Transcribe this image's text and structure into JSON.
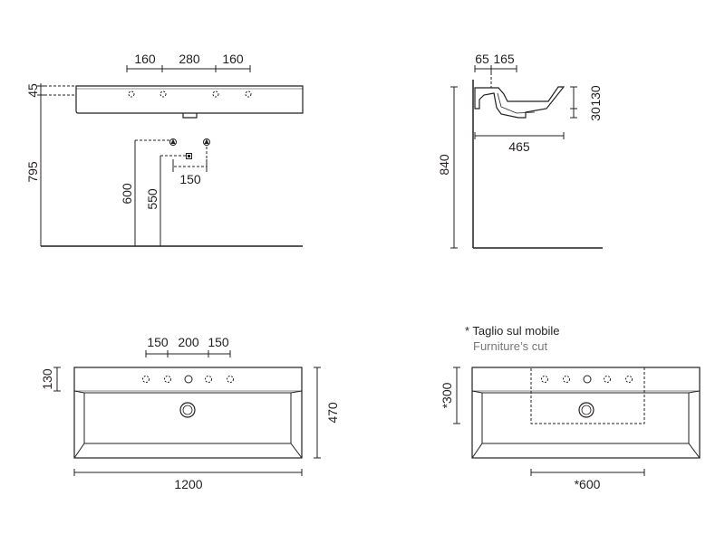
{
  "colors": {
    "line": "#231f20",
    "dash": "#555555",
    "note_secondary": "#777777"
  },
  "front_view": {
    "top_dims": [
      "160",
      "280",
      "160"
    ],
    "height_label": "45",
    "height_795": "795",
    "height_600": "600",
    "height_550": "550",
    "spacing_label": "150",
    "wall_icon": "wall-outlet-icon",
    "drain_icon": "drain-outlet-icon"
  },
  "side_view": {
    "top_dims": [
      "65",
      "165"
    ],
    "right_dims": [
      "30",
      "130"
    ],
    "depth_label": "465",
    "height_label": "840"
  },
  "top_view": {
    "top_dims": [
      "150",
      "200",
      "150"
    ],
    "left_label": "130",
    "right_label": "470",
    "bottom_label": "1200"
  },
  "cut_view": {
    "note_title": "* Taglio sul mobile",
    "note_subtitle": "Furniture’s cut",
    "left_label": "*300",
    "bottom_label": "*600"
  }
}
